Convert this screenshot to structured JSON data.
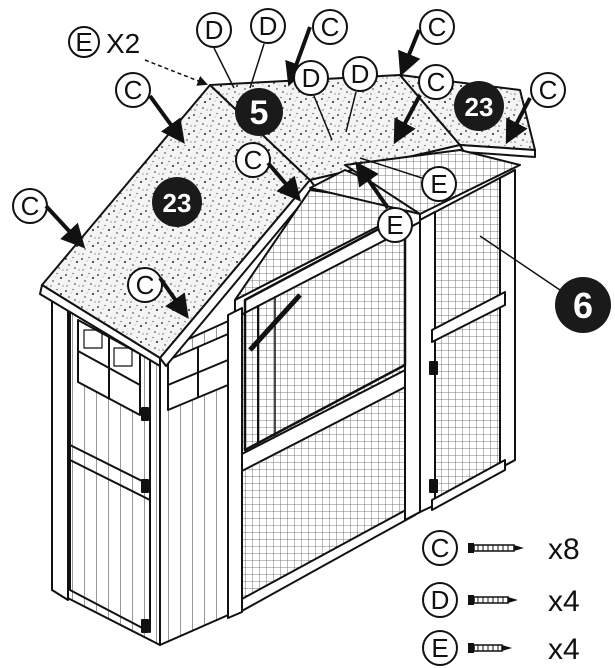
{
  "callouts": {
    "screw_c": "C",
    "screw_d": "D",
    "screw_e": "E",
    "step_5": "5",
    "step_6": "6",
    "part_23": "23",
    "e_times_two": "X2"
  },
  "legend": [
    {
      "letter": "C",
      "qty": "x8"
    },
    {
      "letter": "D",
      "qty": "x4"
    },
    {
      "letter": "E",
      "qty": "x4"
    }
  ]
}
